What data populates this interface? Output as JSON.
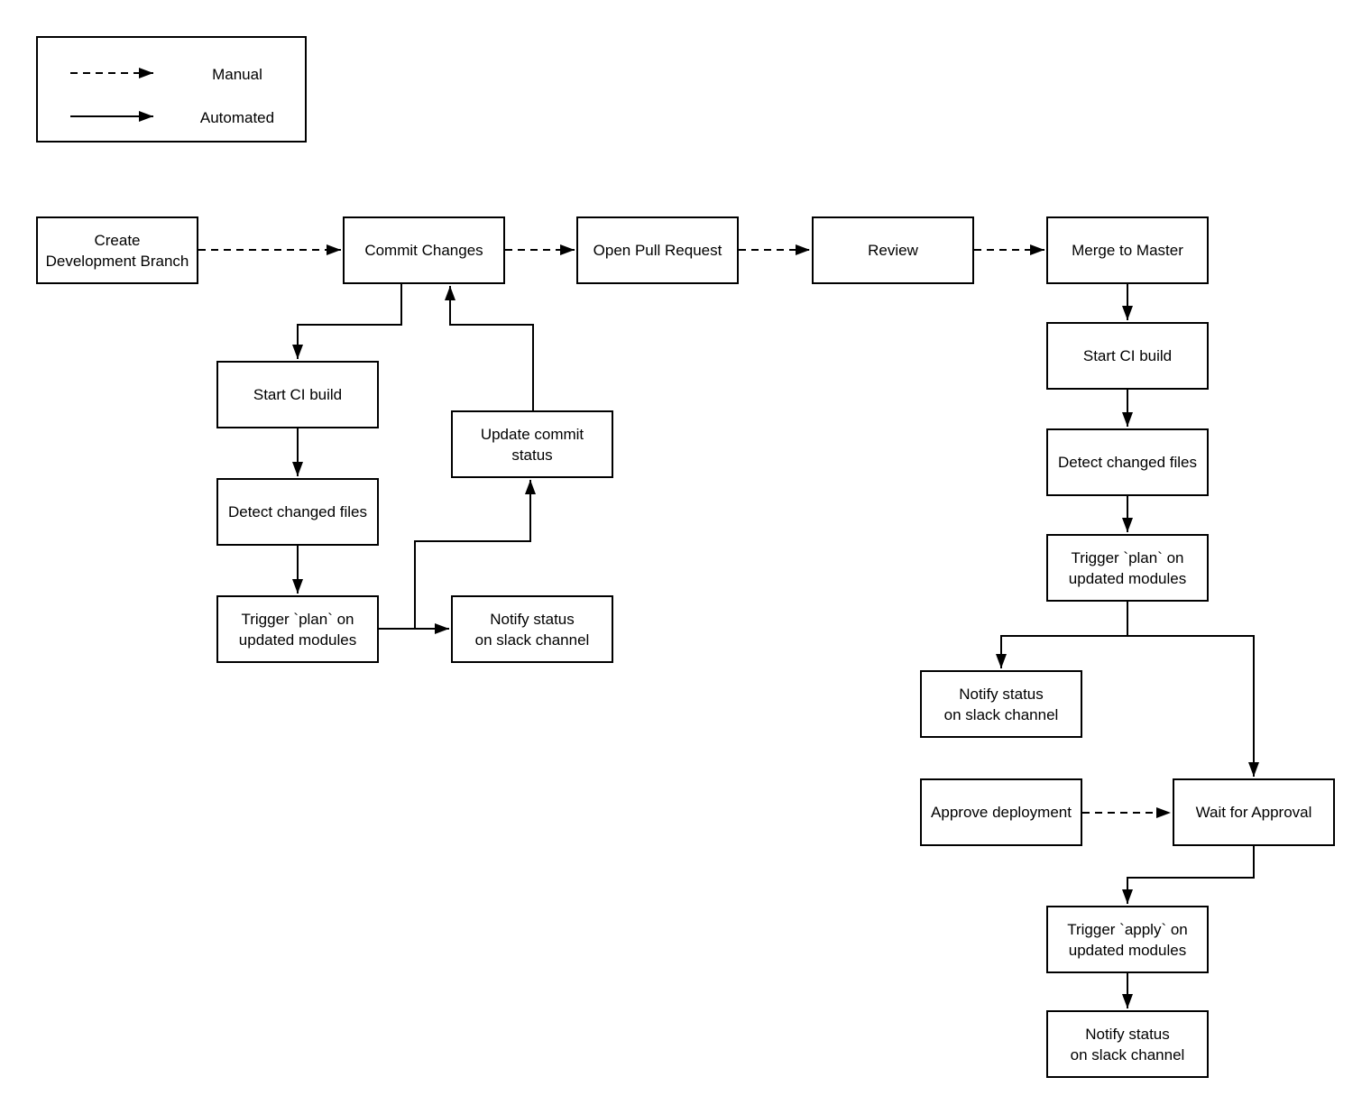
{
  "legend": {
    "items": [
      {
        "id": "manual",
        "label": "Manual",
        "line_style": "dashed"
      },
      {
        "id": "automated",
        "label": "Automated",
        "line_style": "solid"
      }
    ]
  },
  "nodes": {
    "create_branch": {
      "label": "Create\nDevelopment Branch"
    },
    "commit_changes": {
      "label": "Commit Changes"
    },
    "open_pull_request": {
      "label": "Open Pull Request"
    },
    "review": {
      "label": "Review"
    },
    "merge_to_master": {
      "label": "Merge to Master"
    },
    "start_ci_build_dev": {
      "label": "Start CI build"
    },
    "detect_changed_files_dev": {
      "label": "Detect changed files"
    },
    "trigger_plan_dev": {
      "label": "Trigger `plan` on\nupdated modules"
    },
    "update_commit_status": {
      "label": "Update commit\nstatus"
    },
    "notify_slack_dev": {
      "label": "Notify status\non slack channel"
    },
    "start_ci_build_master": {
      "label": "Start CI build"
    },
    "detect_changed_files_master": {
      "label": "Detect changed files"
    },
    "trigger_plan_master": {
      "label": "Trigger `plan` on\nupdated modules"
    },
    "notify_slack_master": {
      "label": "Notify status\non slack channel"
    },
    "approve_deployment": {
      "label": "Approve deployment"
    },
    "wait_for_approval": {
      "label": "Wait for Approval"
    },
    "trigger_apply": {
      "label": "Trigger `apply` on\nupdated modules"
    },
    "notify_slack_apply": {
      "label": "Notify status\non slack channel"
    }
  },
  "edges": [
    {
      "from": "create_branch",
      "to": "commit_changes",
      "type": "manual"
    },
    {
      "from": "commit_changes",
      "to": "open_pull_request",
      "type": "manual"
    },
    {
      "from": "open_pull_request",
      "to": "review",
      "type": "manual"
    },
    {
      "from": "review",
      "to": "merge_to_master",
      "type": "manual"
    },
    {
      "from": "commit_changes",
      "to": "start_ci_build_dev",
      "type": "automated"
    },
    {
      "from": "start_ci_build_dev",
      "to": "detect_changed_files_dev",
      "type": "automated"
    },
    {
      "from": "detect_changed_files_dev",
      "to": "trigger_plan_dev",
      "type": "automated"
    },
    {
      "from": "trigger_plan_dev",
      "to": "notify_slack_dev",
      "type": "automated"
    },
    {
      "from": "trigger_plan_dev",
      "to": "update_commit_status",
      "type": "automated"
    },
    {
      "from": "update_commit_status",
      "to": "commit_changes",
      "type": "automated"
    },
    {
      "from": "merge_to_master",
      "to": "start_ci_build_master",
      "type": "automated"
    },
    {
      "from": "start_ci_build_master",
      "to": "detect_changed_files_master",
      "type": "automated"
    },
    {
      "from": "detect_changed_files_master",
      "to": "trigger_plan_master",
      "type": "automated"
    },
    {
      "from": "trigger_plan_master",
      "to": "notify_slack_master",
      "type": "automated"
    },
    {
      "from": "trigger_plan_master",
      "to": "wait_for_approval",
      "type": "automated"
    },
    {
      "from": "approve_deployment",
      "to": "wait_for_approval",
      "type": "manual"
    },
    {
      "from": "wait_for_approval",
      "to": "trigger_apply",
      "type": "automated"
    },
    {
      "from": "trigger_apply",
      "to": "notify_slack_apply",
      "type": "automated"
    }
  ],
  "colors": {
    "stroke": "#000000",
    "text": "#000000",
    "box_background": "#ffffff",
    "page_background": "#ffffff"
  }
}
